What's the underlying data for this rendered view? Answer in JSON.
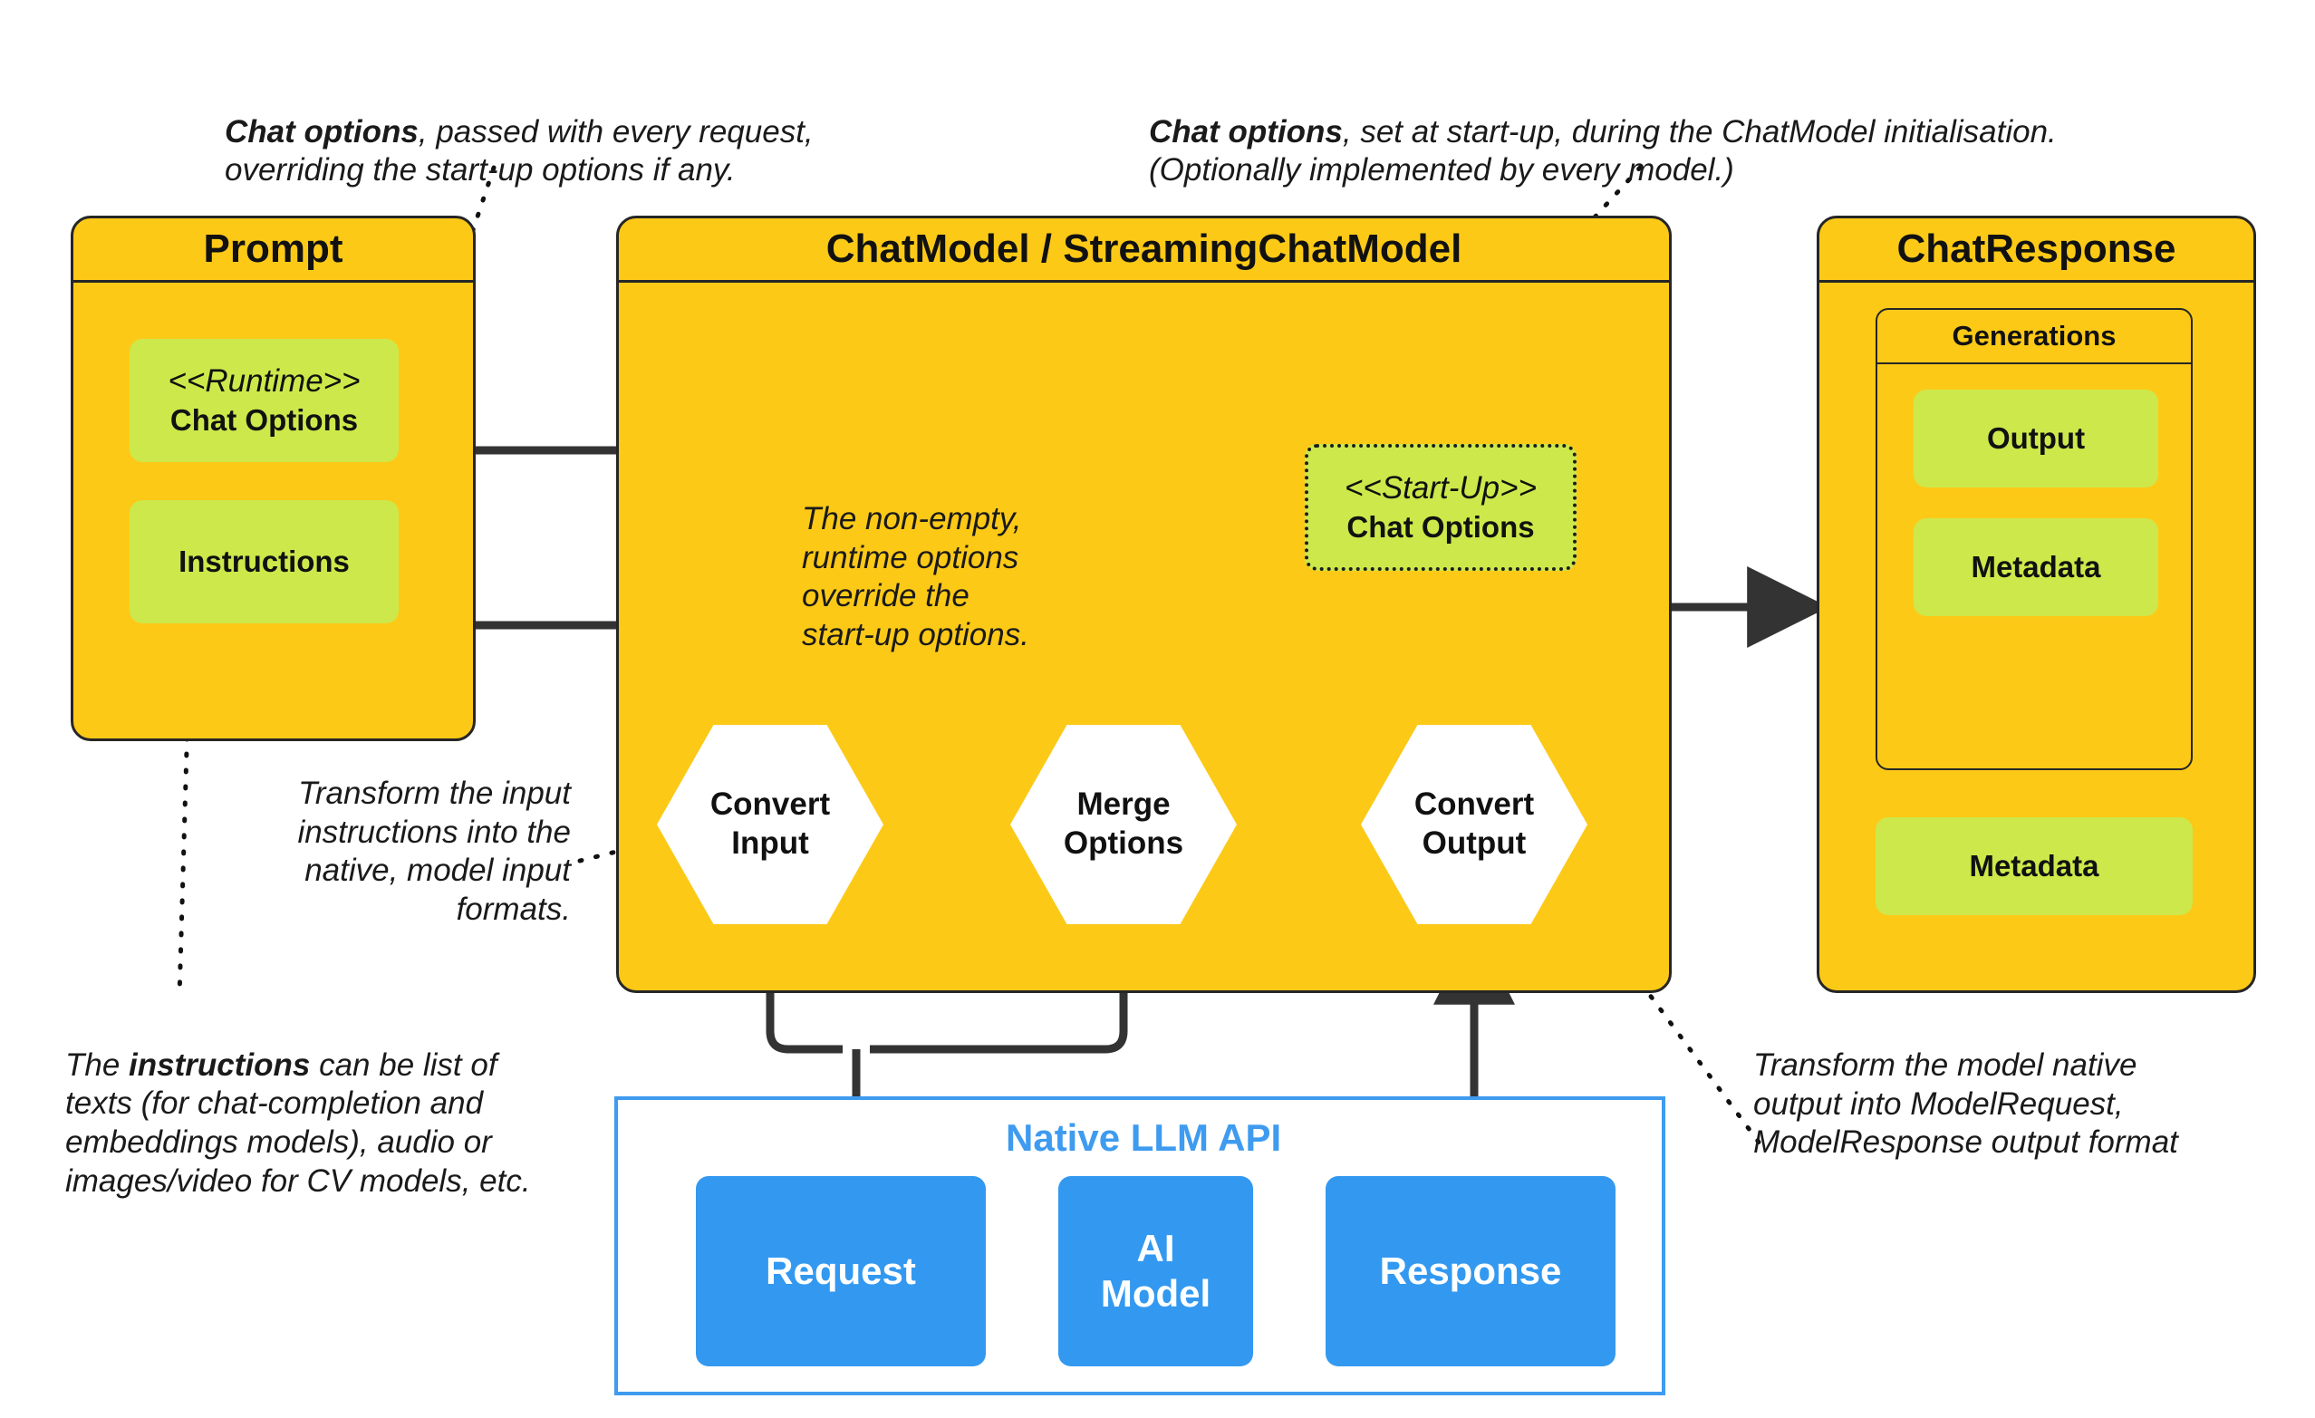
{
  "annotations": {
    "runtime_note": "Chat options, passed with every  request, overriding the start-up options if any.",
    "runtime_note_bold": "Chat options",
    "runtime_note_rest": ", passed with every  request,\noverriding the start-up options if any.",
    "startup_note_bold": "Chat options",
    "startup_note_rest": ", set at start-up, during  the ChatModel initialisation.\n(Optionally implemented by every model.)",
    "merge_note": "The non-empty,\nruntime options\noverride the\nstart-up options.",
    "convert_input_note": "Transform the input\ninstructions into the\nnative, model input\nformats.",
    "instructions_note_pre": "The ",
    "instructions_note_bold": "instructions",
    "instructions_note_rest": " can be list of\ntexts (for chat-completion and\nembeddings models), audio or\nimages/video for CV models, etc.",
    "convert_output_note": "Transform the model native\noutput into ModelRequest,\nModelResponse output format"
  },
  "prompt": {
    "title": "Prompt",
    "runtime_stereotype": "<<Runtime>>",
    "runtime_label": "Chat Options",
    "instructions_label": "Instructions"
  },
  "chatmodel": {
    "title": "ChatModel / StreamingChatModel",
    "startup_stereotype": "<<Start-Up>>",
    "startup_label": "Chat Options",
    "hex_convert_input": "Convert\nInput",
    "hex_merge_options": "Merge\nOptions",
    "hex_convert_output": "Convert\nOutput"
  },
  "chatresponse": {
    "title": "ChatResponse",
    "generations_title": "Generations",
    "output_label": "Output",
    "generation_metadata_label": "Metadata",
    "response_metadata_label": "Metadata"
  },
  "native_api": {
    "title": "Native LLM API",
    "request_label": "Request",
    "model_label": "AI\nModel",
    "response_label": "Response"
  },
  "colors": {
    "yellow": "#FCC917",
    "green": "#CDE84A",
    "blue": "#3399F0",
    "blue_border": "#3E9BEF",
    "stroke": "#262626",
    "arrow": "#333333",
    "white": "#FFFFFF"
  }
}
